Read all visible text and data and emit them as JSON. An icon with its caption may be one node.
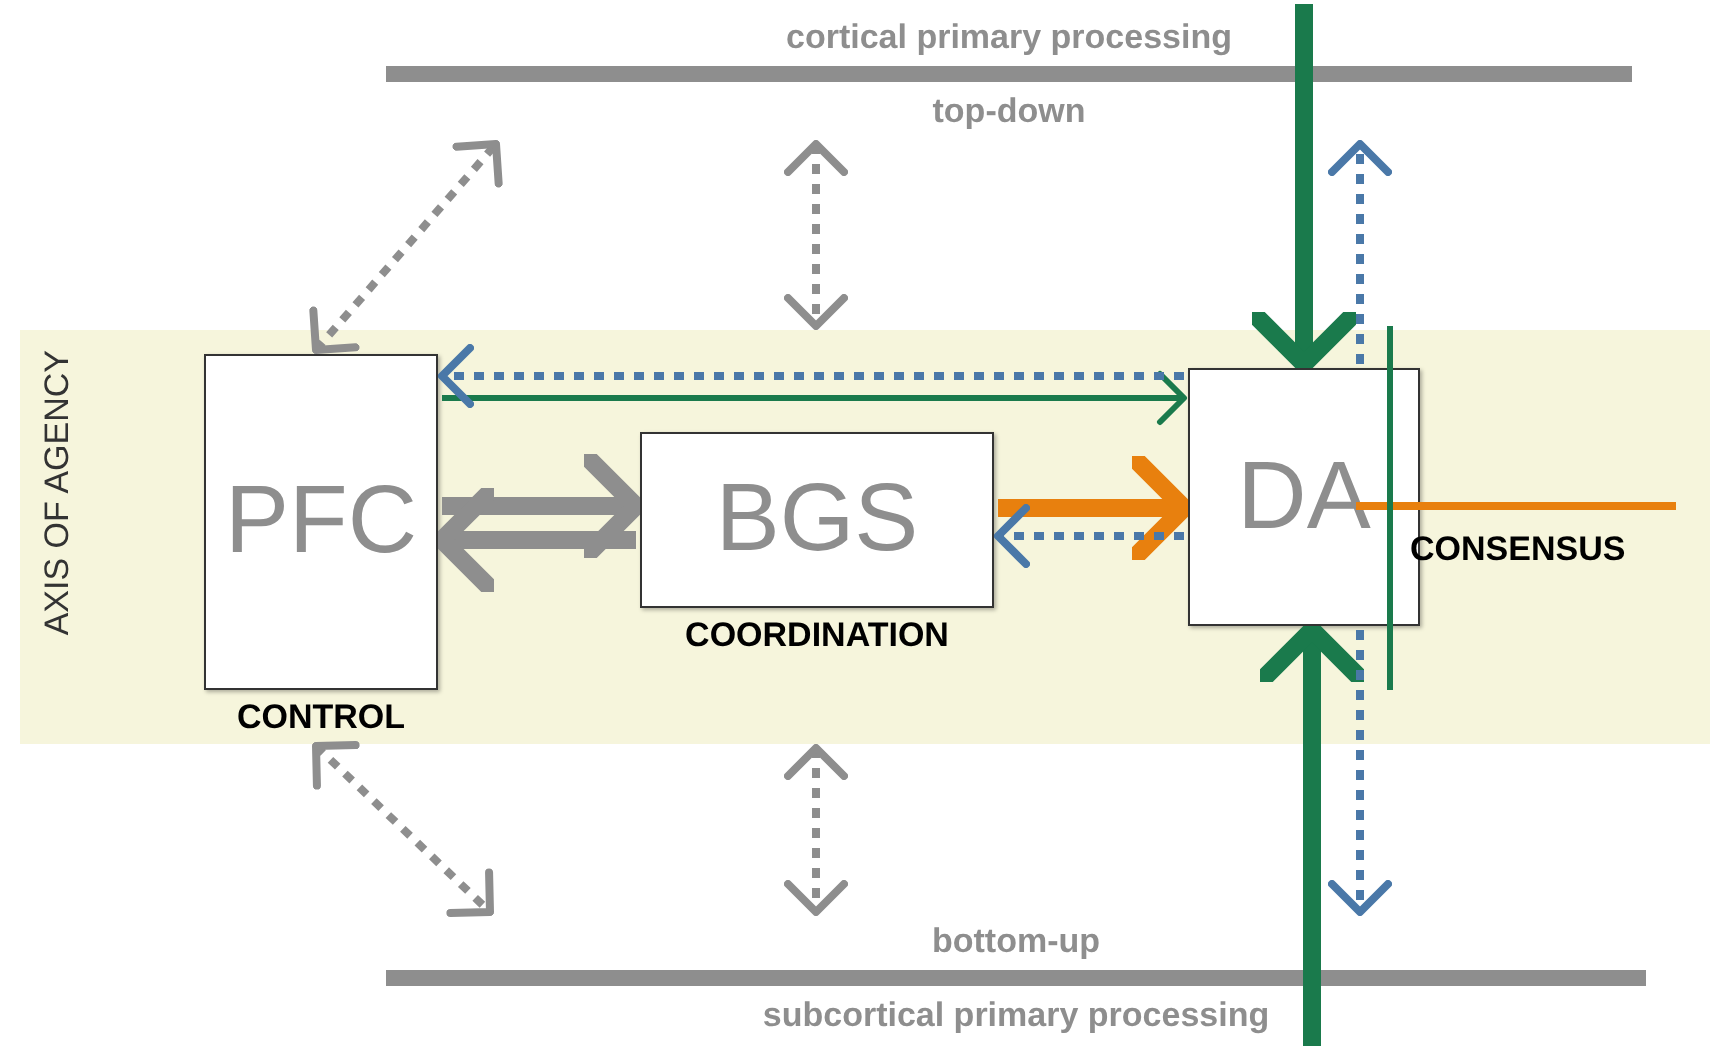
{
  "diagram": {
    "nodes": [
      {
        "text": [
          "cortical primary processing",
          "top-down"
        ]
      },
      {
        "text": [
          "bottom-up",
          "subcortical primary processing"
        ]
      },
      {
        "text": [
          "AXIS OF AGENCY"
        ]
      },
      {
        "text": [
          "PFC",
          "CONTROL"
        ],
        "in": 2
      },
      {
        "text": [
          "BGS",
          "COORDINATION"
        ],
        "in": 2
      },
      {
        "text": [
          "DA"
        ],
        "in": 2,
        "beside": [
          "CONSENSUS"
        ]
      }
    ],
    "edges": [
      {
        "from": 3,
        "to": 0,
        "arrow": "both",
        "style": "dashed"
      },
      {
        "from": 0,
        "to": 2,
        "arrow": "both",
        "style": "dashed"
      },
      {
        "from": 2,
        "to": 1,
        "arrow": "both",
        "style": "dashed"
      },
      {
        "from": 3,
        "to": 1,
        "arrow": "both",
        "style": "dashed"
      },
      {
        "from": 0,
        "to": 5,
        "arrow": "to",
        "style": "thick",
        "color": "#1a7a4c"
      },
      {
        "from": 5,
        "to": 0,
        "arrow": "to",
        "style": "dashed",
        "color": "#4a78a8"
      },
      {
        "from": 1,
        "to": 5,
        "arrow": "to",
        "style": "thick",
        "color": "#1a7a4c"
      },
      {
        "from": 5,
        "to": 1,
        "arrow": "to",
        "style": "dashed",
        "color": "#4a78a8"
      },
      {
        "from": 3,
        "to": 5,
        "arrow": "to",
        "color": "#1a7a4c"
      },
      {
        "from": 5,
        "to": 3,
        "arrow": "to",
        "style": "dashed",
        "color": "#4a78a8"
      },
      {
        "from": 3,
        "to": 4,
        "arrow": "to",
        "style": "thick"
      },
      {
        "from": 4,
        "to": 3,
        "arrow": "to",
        "style": "thick"
      },
      {
        "from": 4,
        "to": 5,
        "arrow": "to",
        "style": "thick",
        "color": "#e8800e"
      },
      {
        "from": 5,
        "to": 4,
        "arrow": "to",
        "style": "dashed",
        "color": "#4a78a8"
      }
    ]
  }
}
